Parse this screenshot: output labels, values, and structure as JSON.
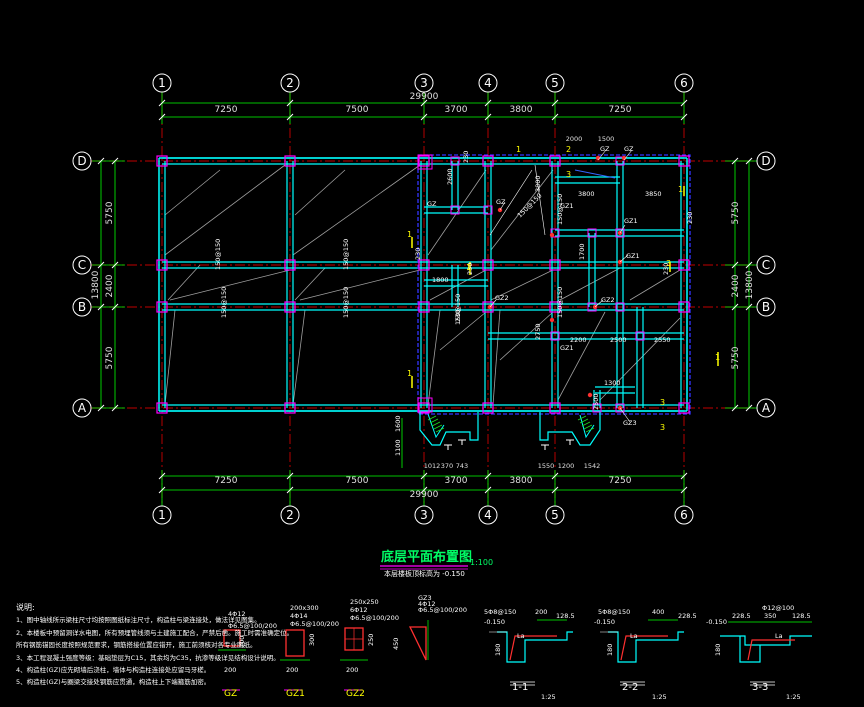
{
  "drawing": {
    "title": "底层平面布置图",
    "scale": "1:100",
    "subtitle": "本层楼板顶标高为 -0.150"
  },
  "axes": {
    "columns": [
      "1",
      "2",
      "3",
      "4",
      "5",
      "6"
    ],
    "rows": [
      "D",
      "C",
      "B",
      "A"
    ]
  },
  "top_dims": {
    "total": "29900",
    "spans": [
      "7250",
      "7500",
      "3700",
      "3800",
      "7250"
    ],
    "sub": [
      "2000",
      "1500"
    ]
  },
  "bottom_dims": {
    "total": "29900",
    "spans": [
      "7250",
      "7500",
      "3700",
      "3800",
      "7250"
    ],
    "sub": [
      "1012",
      "370",
      "743",
      "1550",
      "1200",
      "1542"
    ]
  },
  "left_dims": {
    "total": "13800",
    "spans": [
      "5750",
      "2400",
      "5750"
    ]
  },
  "right_dims": {
    "total": "13800",
    "spans": [
      "5750",
      "2400",
      "5750"
    ]
  },
  "interior_dims": [
    "2600",
    "3800",
    "3800",
    "3850",
    "1800",
    "1700",
    "2750",
    "2200",
    "2500",
    "2550",
    "1300",
    "2500",
    "1600",
    "1100",
    "230",
    "230",
    "230",
    "230",
    "230",
    "230"
  ],
  "member_labels": [
    "GZ",
    "GZ",
    "GZ",
    "GZ1",
    "GZ1",
    "GZ2",
    "GZ2",
    "GZ3",
    "GZ1",
    "GZ1",
    "GZ"
  ],
  "slab_marks": [
    "150@150",
    "150@150",
    "150@150",
    "150@150",
    "150@150",
    "150@150",
    "150@150",
    "150@150"
  ],
  "section_marks": [
    "1",
    "1",
    "1",
    "1",
    "1",
    "1",
    "2",
    "3",
    "3",
    "3",
    "3"
  ],
  "notes": {
    "heading": "说明:",
    "items": [
      "1、图中轴线所示梁柱尺寸均按照图纸标注尺寸，构造柱与梁连接处，做法详见图集。",
      "2、本楼板中预留洞详水电图，所有预埋管线须与土建施工配合，严禁后凿。施工时需准确定位。",
      "   所有钢筋锚固长度按照规范要求，钢筋搭接位置应错开，施工前须核对各专业图纸。",
      "3、本工程混凝土强度等级：基础垫层为C15，其余均为C35，抗渗等级详见结构设计说明。",
      "4、构造柱(GZ)应先砌墙后浇柱，墙体与构造柱连接处应留马牙槎。",
      "5、构造柱(GZ)与圈梁交接处钢筋应贯通，构造柱上下端箍筋加密。"
    ]
  },
  "column_details": [
    {
      "name": "GZ",
      "top": "4Φ12",
      "mid": "Φ6.5@100/200",
      "w": "200",
      "h": "200"
    },
    {
      "name": "GZ1",
      "top": "200x300",
      "mid": "4Φ14",
      "bot": "Φ6.5@100/200",
      "w": "200",
      "h": "300"
    },
    {
      "name": "GZ2",
      "top": "250x250",
      "mid": "6Φ12",
      "bot": "Φ6.5@100/200",
      "w": "200",
      "h": "250"
    },
    {
      "name": "",
      "top": "GZ3",
      "mid": "4Φ12",
      "bot": "Φ6.5@100/200",
      "w": "",
      "h": "450"
    }
  ],
  "sections": [
    {
      "name": "1-1",
      "scale": "1:25",
      "elev": "-0.150",
      "dims": [
        "200",
        "128.5"
      ],
      "rebar": "5Φ8@150",
      "h": "180",
      "tag": "La"
    },
    {
      "name": "2-2",
      "scale": "1:25",
      "elev": "-0.150",
      "dims": [
        "400",
        "228.5"
      ],
      "rebar": "5Φ8@150",
      "h": "180",
      "tag": "La"
    },
    {
      "name": "3-3",
      "scale": "1:25",
      "elev": "-0.150",
      "dims": [
        "228.5",
        "350",
        "128.5"
      ],
      "rebar": "Φ12@100",
      "h": "180",
      "tag": "La"
    }
  ],
  "colors": {
    "background": "#000000",
    "axis_grid": "#ff0000",
    "beam": "#00ffff",
    "dim_line": "#00ff00",
    "column": "#ff00ff",
    "slab_hatch": "#a0a0a0",
    "text": "#ffffff",
    "title": "#00ff66",
    "blue_dashed": "#3333ff",
    "yellow": "#ffff00"
  }
}
